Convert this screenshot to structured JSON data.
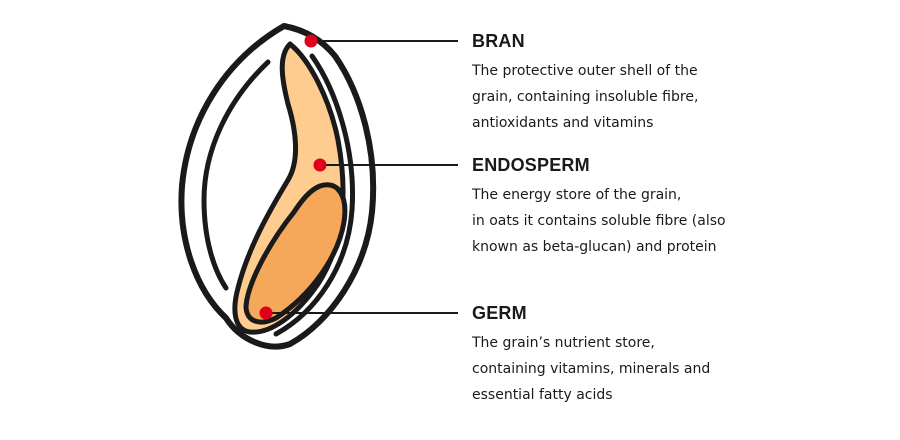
{
  "colors": {
    "outline": "#1a1a1a",
    "endosperm_fill": "#ffcc8f",
    "germ_fill": "#f5a85a",
    "marker": "#e0001b",
    "background": "#ffffff"
  },
  "parts": [
    {
      "key": "bran",
      "title": "BRAN",
      "description_lines": [
        "The protective outer shell of the",
        "grain, containing insoluble fibre,",
        "antioxidants and vitamins"
      ]
    },
    {
      "key": "endosperm",
      "title": "ENDOSPERM",
      "description_lines": [
        "The energy store of the grain,",
        "in oats it contains soluble fibre (also",
        "known as beta-glucan) and protein"
      ]
    },
    {
      "key": "germ",
      "title": "GERM",
      "description_lines": [
        "The grain’s nutrient store,",
        "containing vitamins, minerals and",
        "essential fatty acids"
      ]
    }
  ]
}
